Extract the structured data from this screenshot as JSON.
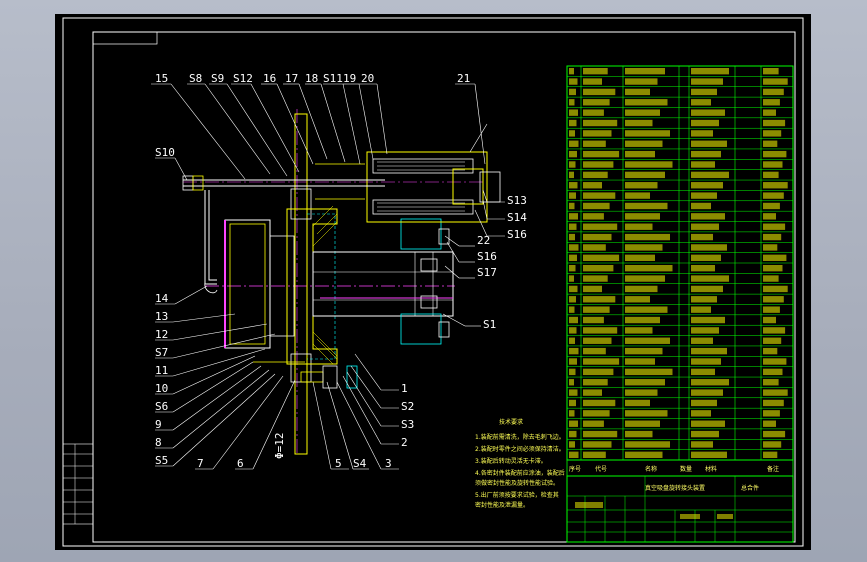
{
  "drawing": {
    "leaders_top": [
      "15",
      "S8",
      "S9",
      "S12",
      "16",
      "17",
      "18",
      "S11",
      "19",
      "20",
      "21"
    ],
    "leaders_left": [
      "S10",
      "14",
      "13",
      "12",
      "S7",
      "11",
      "10",
      "S6",
      "9",
      "8",
      "S5",
      "7",
      "6",
      "5",
      "S4",
      "3"
    ],
    "leaders_right": [
      "S13",
      "S14",
      "S16",
      "22",
      "S16",
      "S17",
      "S1",
      "1",
      "S2",
      "S3",
      "2"
    ],
    "dimension": "Φ=12",
    "tech_title": "技术要求",
    "tech_notes": [
      "1.装配前需清洗，除去毛刺飞边。",
      "2.装配时零件之间必须保持清洁。",
      "3.装配后转动灵活无卡滞。",
      "4.各密封件装配前应涂油，装配后",
      "  须做密封性能及旋转性能试验。",
      "5.出厂前须按要求试验，检查其",
      "  密封性能及泄漏量。"
    ],
    "title_block": {
      "name": "真空吸盘旋转接头装置",
      "seq_header": "序号",
      "code_header": "代号",
      "name_header": "名称",
      "qty_header": "数量",
      "material_header": "材料",
      "remark_header": "备注",
      "assembly": "总合件"
    }
  },
  "colors": {
    "sheet": "#000000",
    "outline": "#ffffff",
    "part": "#ffff00",
    "hidden": "#00ffff",
    "table": "#00ff00",
    "center": "#ff44ff"
  }
}
